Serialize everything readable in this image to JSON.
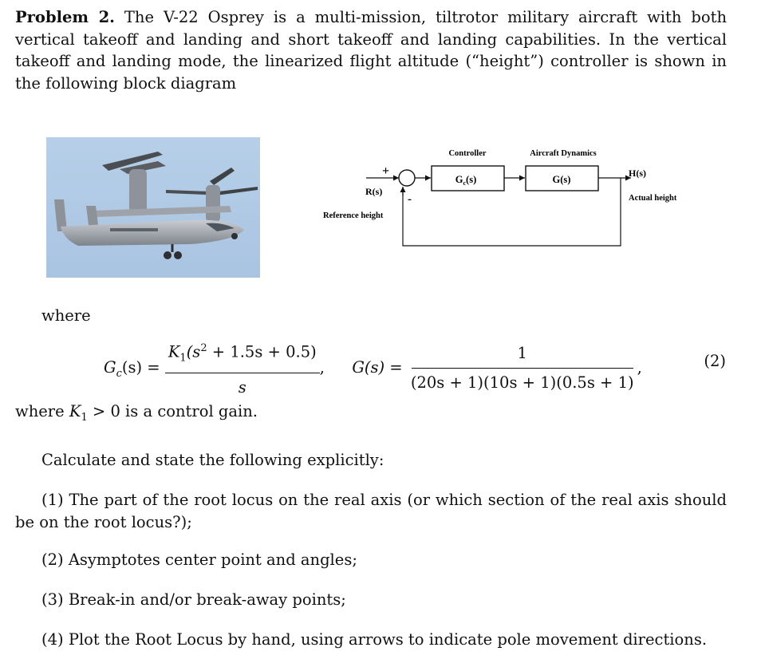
{
  "problem": {
    "heading": "Problem 2.",
    "intro": " The V-22 Osprey is a multi-mission, tiltrotor military aircraft with both vertical takeoff and landing and short takeoff and landing capabilities. In the vertical takeoff and landing mode, the linearized flight altitude (“height”) controller is shown in the following block diagram"
  },
  "diagram": {
    "plus_sign": "+",
    "minus_sign": "-",
    "input_label": "R(s)",
    "input_desc": "Reference height",
    "controller_title": "Controller",
    "controller_block": "Gc(s)",
    "controller_g": "G",
    "controller_sub": "c",
    "controller_s": "(s)",
    "plant_title": "Aircraft Dynamics",
    "plant_block": "G(s)",
    "output_label": "H(s)",
    "output_desc": "Actual height"
  },
  "text": {
    "where1": "where",
    "where2_pre": "where ",
    "where2_var": "K",
    "where2_sub": "1",
    "where2_post": " > 0 is a control gain.",
    "calc": "Calculate and state the following explicitly:",
    "item1": "(1) The part of the root locus on the real axis (or which section of the real axis should be on the root locus?);",
    "item2": "(2) Asymptotes center point and angles;",
    "item3": "(3) Break-in and/or break-away points;",
    "item4": "(4) Plot the Root Locus by hand, using arrows to indicate pole movement directions."
  },
  "equation": {
    "gc_lhs": "G",
    "gc_sub": "c",
    "gc_arg": "(s) =",
    "gc_num_k": "K",
    "gc_num_sub": "1",
    "gc_num_open": "(s",
    "gc_num_sup": "2",
    "gc_num_rest": " + 1.5s + 0.5)",
    "gc_den": "s",
    "sep": ",",
    "g_lhs": "G(s) =",
    "g_num": "1",
    "g_den": "(20s + 1)(10s + 1)(0.5s + 1)",
    "end": ",",
    "number": "(2)"
  }
}
